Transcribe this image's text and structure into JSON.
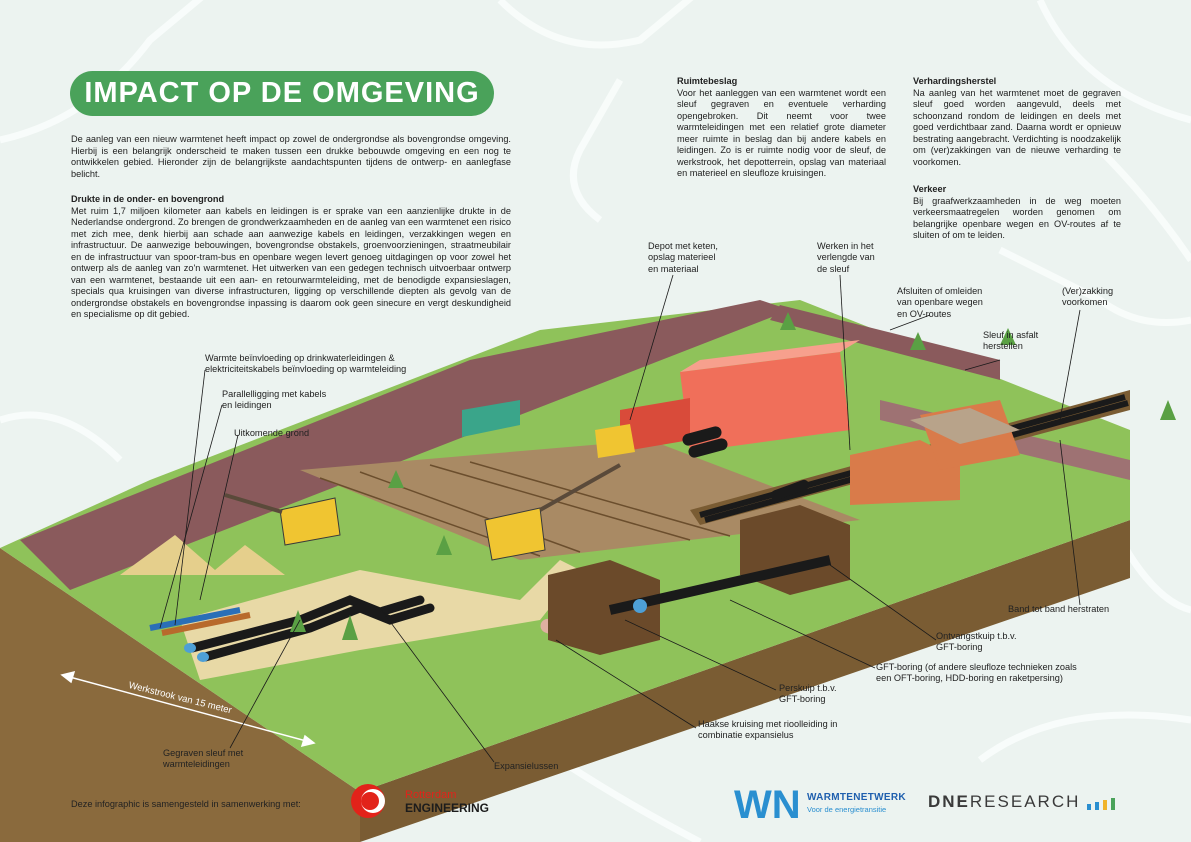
{
  "title": "IMPACT OP DE OMGEVING",
  "intro": "De aanleg van een nieuw warmtenet heeft impact op zowel de ondergrondse als bovengrondse omgeving. Hierbij is een belangrijk onderscheid te maken tussen een drukke bebouwde omgeving en een nog te ontwikkelen gebied. Hieronder zijn de belangrijkste aandachtspunten tijdens de ontwerp- en aanlegfase belicht.",
  "sections": {
    "drukte": {
      "heading": "Drukte in de onder- en bovengrond",
      "body": "Met ruim 1,7 miljoen kilometer aan kabels en leidingen is er sprake van een aanzienlijke drukte in de Nederlandse ondergrond. Zo brengen de grondwerkzaamheden en de aanleg van een warmtenet een risico met zich mee, denk hierbij aan schade aan aanwezige kabels en leidingen, verzakkingen wegen en infrastructuur. De aanwezige bebouwingen, bovengrondse obstakels, groenvoorzieningen, straatmeubilair en de infrastructuur van spoor-tram-bus en openbare wegen levert genoeg uitdagingen op voor zowel het ontwerp als de aanleg van zo'n warmtenet.  Het uitwerken van een gedegen technisch uitvoerbaar ontwerp van een warmtenet, bestaande uit een aan- en retourwarmteleiding, met de benodigde expansieslagen, specials qua kruisingen van diverse infrastructuren, ligging op verschillende diepten als gevolg van de ondergrondse obstakels en bovengrondse inpassing is daarom ook geen sinecure en vergt deskundigheid en specialisme op dit gebied."
    },
    "ruimtebeslag": {
      "heading": "Ruimtebeslag",
      "body": "Voor het aanleggen van een warmtenet wordt een sleuf gegraven en eventuele verharding opengebroken. Dit neemt voor twee warmteleidingen met een relatief grote diameter meer ruimte in beslag dan bij andere kabels en leidingen. Zo is er ruimte nodig voor de sleuf, de werkstrook, het depotterrein, opslag van materiaal en materieel en sleufloze kruisingen."
    },
    "verhardingsherstel": {
      "heading": "Verhardingsherstel",
      "body": "Na aanleg van het warmtenet moet de gegraven sleuf goed worden aangevuld, deels met schoonzand rondom de leidingen en deels met goed verdichtbaar zand. Daarna wordt er opnieuw bestrating aangebracht. Verdichting is noodzakelijk om (ver)zakkingen van de nieuwe verharding te voorkomen."
    },
    "verkeer": {
      "heading": "Verkeer",
      "body": "Bij graafwerkzaamheden in de weg moeten verkeersmaatregelen worden genomen om belangrijke openbare wegen en OV-routes af te sluiten of om te leiden."
    }
  },
  "labels": {
    "depot": "Depot met keten,\nopslag materieel\nen materiaal",
    "werken": "Werken in het\nverlengde van\nde sleuf",
    "afsluiten": "Afsluiten of omleiden\nvan openbare wegen\nen OV-routes",
    "verzakking": "(Ver)zakking\nvoorkomen",
    "sleuf_asfalt": "Sleuf in asfalt\nherstellen",
    "warmte": "Warmte beïnvloeding op drinkwaterleidingen &\nelektriciteitskabels beïnvloeding op warmteleiding",
    "parallel": "Parallelligging met kabels\nen leidingen",
    "uitkomende": "Uitkomende grond",
    "band": "Band tot band herstraten",
    "ontvangst": "Ontvangstkuip t.b.v.\nGFT-boring",
    "gft": "GFT-boring (of andere sleufloze technieken zoals\neen OFT-boring, HDD-boring en raketpersing)",
    "perskuip": "Perskuip t.b.v.\nGFT-boring",
    "haakse": "Haakse kruising met rioolleiding in\ncombinatie expansielus",
    "gegraven": "Gegraven sleuf met\nwarmteleidingen",
    "expansie": "Expansielussen",
    "werkstrook": "Werkstrook van 15 meter"
  },
  "footer": {
    "text": "Deze infographic is samengesteld in samenwerking met:",
    "logo1_line1": "Rotterdam",
    "logo1_line2": "ENGINEERING",
    "logo2_line1": "WARMTENETWERK",
    "logo2_line2": "Voor de energietransitie",
    "logo2_mark": "WN",
    "logo3_a": "DNE",
    "logo3_b": "RESEARCH"
  },
  "colors": {
    "accent_green": "#4aa25a",
    "grass": "#8fc25a",
    "soil": "#8a6a3d",
    "road": "#8a5a5c",
    "pipe": "#1a1a1a"
  }
}
